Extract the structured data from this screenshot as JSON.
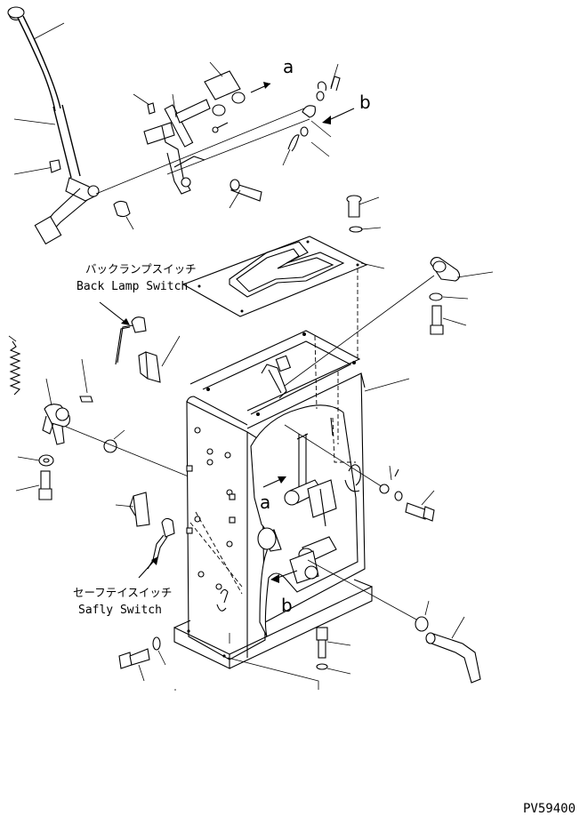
{
  "labels": {
    "back_lamp_jp": "バックランプスイッチ",
    "back_lamp_en": "Back Lamp Switch",
    "safety_jp": "セーフテイスイッチ",
    "safety_en": "Safly Switch",
    "drawing_id": "PV59400"
  },
  "callouts": [
    "a",
    "b",
    "a",
    "b"
  ]
}
